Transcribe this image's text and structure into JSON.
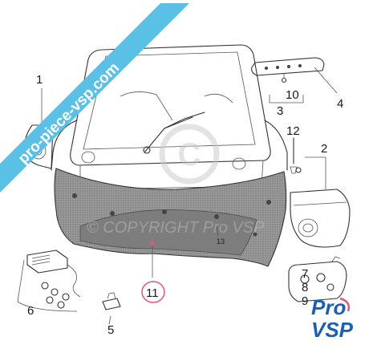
{
  "callouts": [
    "1",
    "2",
    "3",
    "4",
    "5",
    "6",
    "7",
    "8",
    "9",
    "10",
    "11",
    "12",
    "13"
  ],
  "watermark_text": "© COPYRIGHT Pro VSP",
  "banner_text": "pro-piece-vsp.com",
  "logo": {
    "line1": "Pro",
    "line2": "VSP"
  },
  "colors": {
    "banner": "#5bc0e6",
    "bumper": "#8e8e8e",
    "highlight_ring": "#d9587e",
    "logo_blue": "#1d5fb0"
  }
}
